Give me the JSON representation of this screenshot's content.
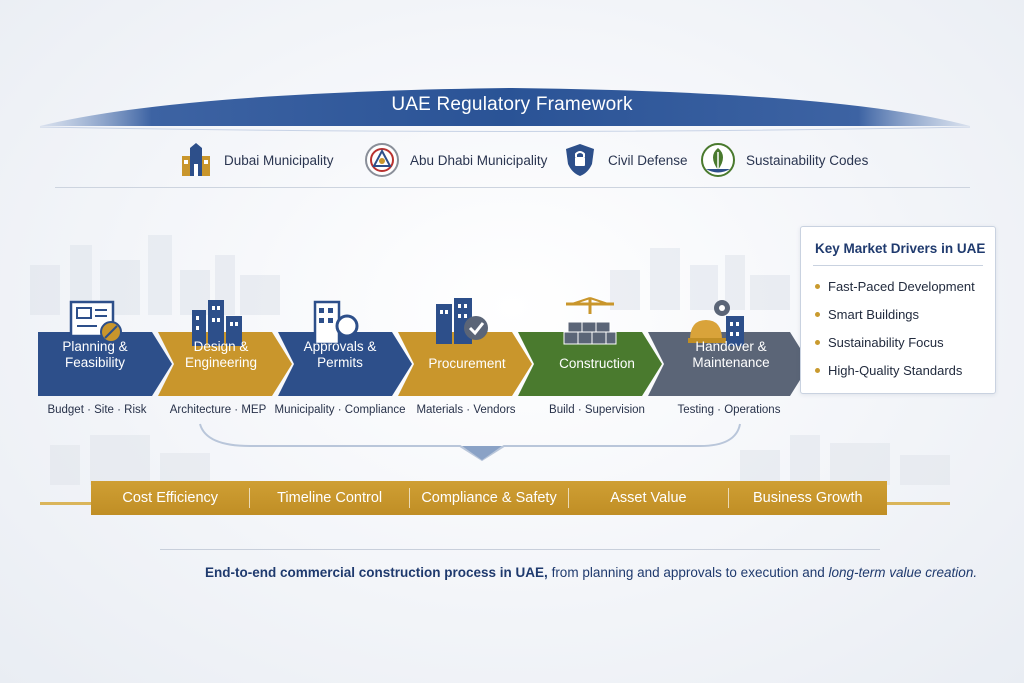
{
  "banner": {
    "title": "UAE Regulatory Framework"
  },
  "authorities": [
    {
      "label": "Dubai Municipality",
      "icon": "dubai-municipality-building-icon"
    },
    {
      "label": "Abu Dhabi Municipality",
      "icon": "abu-dhabi-emblem-icon"
    },
    {
      "label": "Civil Defense",
      "icon": "civil-defense-shield-icon"
    },
    {
      "label": "Sustainability Codes",
      "icon": "leaf-emblem-icon"
    }
  ],
  "steps": [
    {
      "label": "Planning & Feasibility",
      "sub": "Budget · Site · Risk",
      "icon": "blueprint-icon",
      "color": "#2d4f8a"
    },
    {
      "label": "Design & Engineering",
      "sub": "Architecture · MEP",
      "icon": "building-design-icon",
      "color": "#c9962c"
    },
    {
      "label": "Approvals & Permits",
      "sub": "Municipality · Compliance",
      "icon": "document-magnifier-icon",
      "color": "#2d4f8a"
    },
    {
      "label": "Procurement",
      "sub": "Materials · Vendors",
      "icon": "building-check-icon",
      "color": "#c9962c"
    },
    {
      "label": "Construction",
      "sub": "Build · Supervision",
      "icon": "crane-blocks-icon",
      "color": "#4a7a2e"
    },
    {
      "label": "Handover & Maintenance",
      "sub": "Testing · Operations",
      "icon": "hardhat-gear-icon",
      "color": "#5b6577"
    }
  ],
  "drivers": {
    "title": "Key Market Drivers in UAE",
    "items": [
      "Fast-Paced Development",
      "Smart Buildings",
      "Sustainability Focus",
      "High-Quality Standards"
    ]
  },
  "outcomes": [
    "Cost Efficiency",
    "Timeline Control",
    "Compliance & Safety",
    "Asset Value",
    "Business Growth"
  ],
  "caption": {
    "bold": "End-to-end commercial construction process in UAE,",
    "regular": " from planning and approvals to execution and ",
    "italic": "long-term value creation."
  },
  "colors": {
    "navy": "#2d4f8a",
    "gold": "#c9962c",
    "green": "#4a7a2e",
    "slate": "#5b6577"
  }
}
